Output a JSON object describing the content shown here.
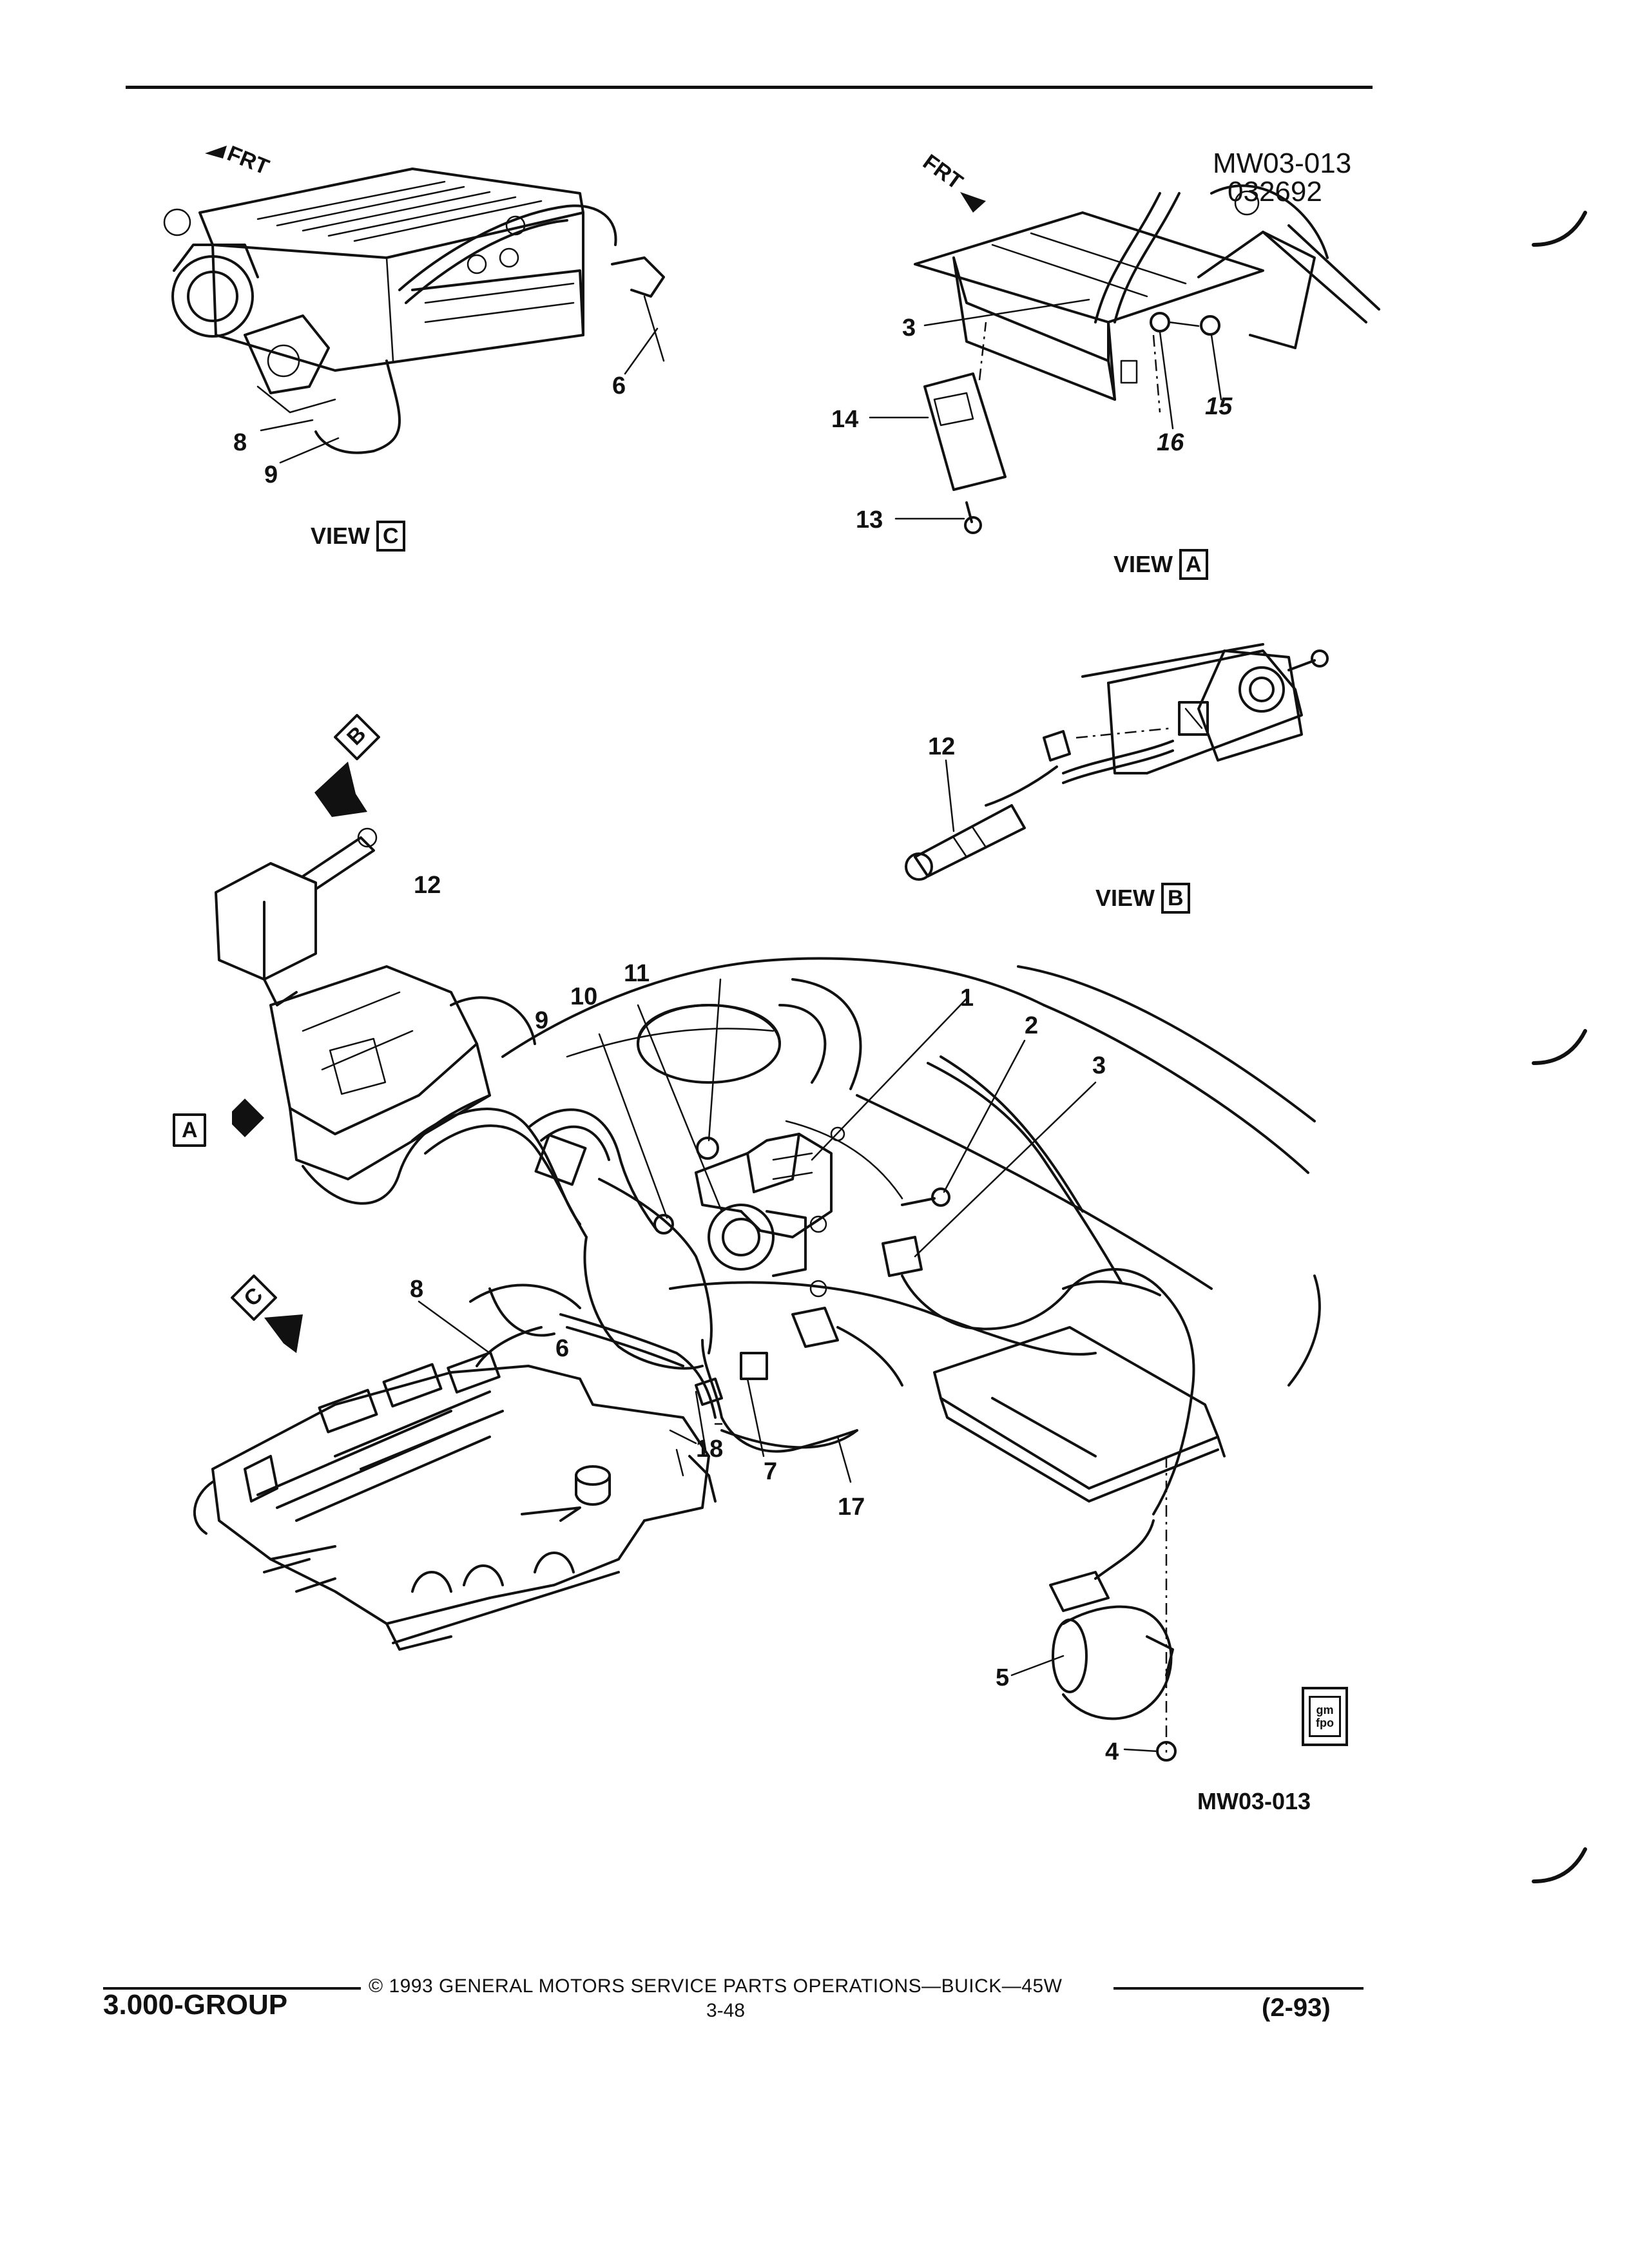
{
  "doc": {
    "code_top": "MW03-013",
    "code_date": "032692",
    "code_bottom": "MW03-013",
    "footer": {
      "group": "3.000-GROUP",
      "copyright": "© 1993 GENERAL MOTORS SERVICE PARTS OPERATIONS—BUICK—45W",
      "page": "3-48",
      "date": "(2-93)"
    },
    "frt": "FRT"
  },
  "views": {
    "view_c": {
      "word": "VIEW",
      "letter": "C"
    },
    "view_a": {
      "word": "VIEW",
      "letter": "A"
    },
    "view_b": {
      "word": "VIEW",
      "letter": "B"
    }
  },
  "arrows": {
    "a": "A",
    "b": "B",
    "c": "C"
  },
  "callouts": {
    "c1": "1",
    "c2": "2",
    "c3": "3",
    "c4": "4",
    "c5": "5",
    "c6": "6",
    "c7": "7",
    "c8": "8",
    "c9": "9",
    "c10": "10",
    "c11": "11",
    "c12": "12",
    "c13": "13",
    "c14": "14",
    "c15": "15",
    "c16": "16",
    "c17": "17",
    "c18": "18"
  },
  "badge": {
    "line1": "gm",
    "line2": "fpo"
  }
}
